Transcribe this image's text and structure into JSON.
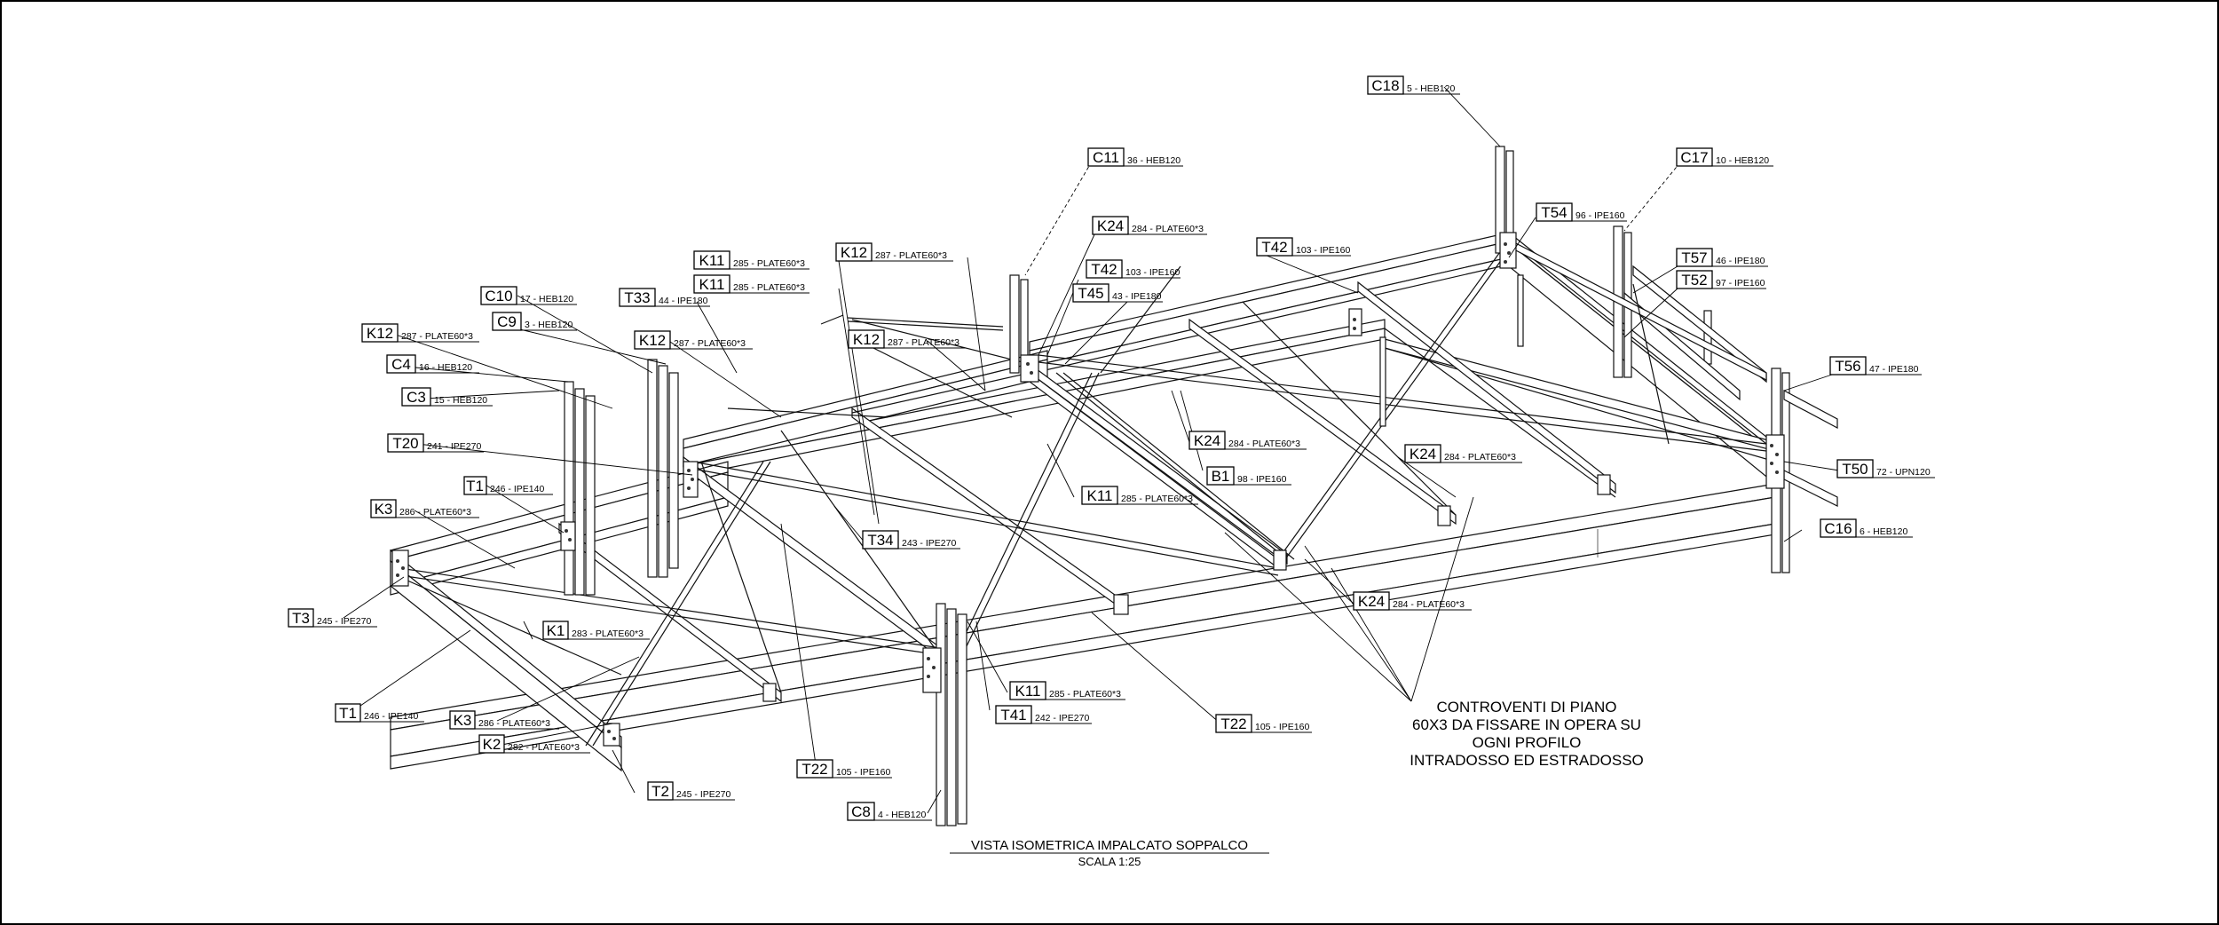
{
  "drawing": {
    "title": "VISTA ISOMETRICA IMPALCATO SOPPALCO",
    "scale": "SCALA  1:25",
    "note_lines": [
      "CONTROVENTI DI PIANO",
      "60X3 DA FISSARE IN OPERA SU",
      "OGNI PROFILO",
      "INTRADOSSO ED ESTRADOSSO"
    ]
  },
  "labels": [
    {
      "code": "C18",
      "desc": "5 - HEB120"
    },
    {
      "code": "C11",
      "desc": "36 - HEB120"
    },
    {
      "code": "C17",
      "desc": "10 - HEB120"
    },
    {
      "code": "K24",
      "desc": "284 - PLATE60*3"
    },
    {
      "code": "T54",
      "desc": "96 - IPE160"
    },
    {
      "code": "K12",
      "desc": "287 - PLATE60*3"
    },
    {
      "code": "T42",
      "desc": "103 - IPE160"
    },
    {
      "code": "K11",
      "desc": "285 - PLATE60*3"
    },
    {
      "code": "T42",
      "desc": "103 - IPE160"
    },
    {
      "code": "T57",
      "desc": "46 - IPE180"
    },
    {
      "code": "K11",
      "desc": "285 - PLATE60*3"
    },
    {
      "code": "T45",
      "desc": "43 - IPE180"
    },
    {
      "code": "T52",
      "desc": "97 - IPE160"
    },
    {
      "code": "C10",
      "desc": "17 - HEB120"
    },
    {
      "code": "T33",
      "desc": "44 - IPE180"
    },
    {
      "code": "C9",
      "desc": "3 - HEB120"
    },
    {
      "code": "K12",
      "desc": "287 - PLATE60*3"
    },
    {
      "code": "K12",
      "desc": "287 - PLATE60*3"
    },
    {
      "code": "K12",
      "desc": "287 - PLATE60*3"
    },
    {
      "code": "C4",
      "desc": "16 - HEB120"
    },
    {
      "code": "T56",
      "desc": "47 - IPE180"
    },
    {
      "code": "C3",
      "desc": "15 - HEB120"
    },
    {
      "code": "K24",
      "desc": "284 - PLATE60*3"
    },
    {
      "code": "T20",
      "desc": "241 - IPE270"
    },
    {
      "code": "K24",
      "desc": "284 - PLATE60*3"
    },
    {
      "code": "T50",
      "desc": "72 - UPN120"
    },
    {
      "code": "B1",
      "desc": "98 - IPE160"
    },
    {
      "code": "T1",
      "desc": "246 - IPE140"
    },
    {
      "code": "K11",
      "desc": "285 - PLATE60*3"
    },
    {
      "code": "K3",
      "desc": "286 - PLATE60*3"
    },
    {
      "code": "C16",
      "desc": "6 - HEB120"
    },
    {
      "code": "T34",
      "desc": "243 - IPE270"
    },
    {
      "code": "K24",
      "desc": "284 - PLATE60*3"
    },
    {
      "code": "T3",
      "desc": "245 - IPE270"
    },
    {
      "code": "K1",
      "desc": "283 - PLATE60*3"
    },
    {
      "code": "K11",
      "desc": "285 - PLATE60*3"
    },
    {
      "code": "T1",
      "desc": "246 - IPE140"
    },
    {
      "code": "T41",
      "desc": "242 - IPE270"
    },
    {
      "code": "K3",
      "desc": "286 - PLATE60*3"
    },
    {
      "code": "T22",
      "desc": "105 - IPE160"
    },
    {
      "code": "K2",
      "desc": "282 - PLATE60*3"
    },
    {
      "code": "T22",
      "desc": "105 - IPE160"
    },
    {
      "code": "T2",
      "desc": "245 - IPE270"
    },
    {
      "code": "C8",
      "desc": "4 - HEB120"
    }
  ]
}
